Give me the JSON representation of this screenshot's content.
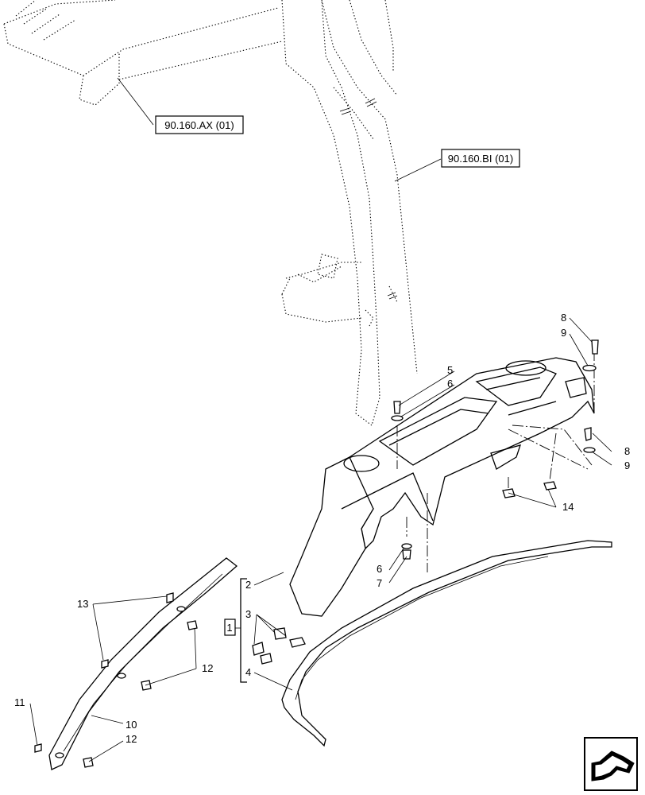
{
  "references": [
    {
      "id": "ref-1",
      "text": "90.160.AX (01)"
    },
    {
      "id": "ref-2",
      "text": "90.160.BI (01)"
    }
  ],
  "callouts": {
    "c1": "1",
    "c2": "2",
    "c3": "3",
    "c4": "4",
    "c5": "5",
    "c6a": "6",
    "c6b": "6",
    "c7": "7",
    "c8a": "8",
    "c8b": "8",
    "c9a": "9",
    "c9b": "9",
    "c10": "10",
    "c11": "11",
    "c12a": "12",
    "c12b": "12",
    "c13": "13",
    "c14": "14"
  },
  "icons": {
    "corner": "next-page-arrow-icon"
  }
}
